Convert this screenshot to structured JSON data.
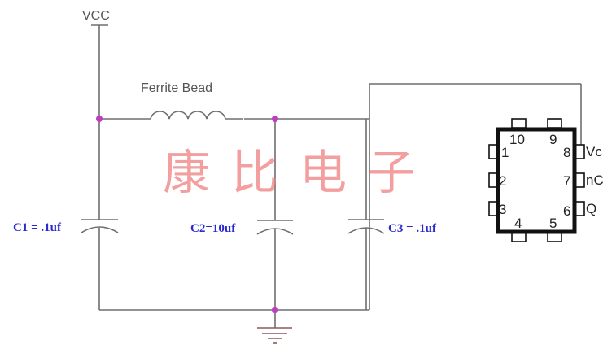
{
  "power": {
    "label": "VCC"
  },
  "ferrite": {
    "label": "Ferrite Bead"
  },
  "capacitors": [
    {
      "name": "C1",
      "label": "C1 = .1uf"
    },
    {
      "name": "C2",
      "label": "C2=10uf"
    },
    {
      "name": "C3",
      "label": "C3 = .1uf"
    }
  ],
  "watermark": {
    "text": "康比电子"
  },
  "chip": {
    "pins_top": [
      "10",
      "9"
    ],
    "pins_left": [
      "1",
      "2",
      "3"
    ],
    "pins_right": [
      "8",
      "7",
      "6"
    ],
    "pins_bottom": [
      "4",
      "5"
    ],
    "pin_names_right": [
      "Vc",
      "nC",
      "Q"
    ]
  },
  "colors": {
    "wire": "#6e6e6e",
    "node": "#c03cc0",
    "cap_label": "#2a2ad0",
    "watermark": "#f08080"
  }
}
